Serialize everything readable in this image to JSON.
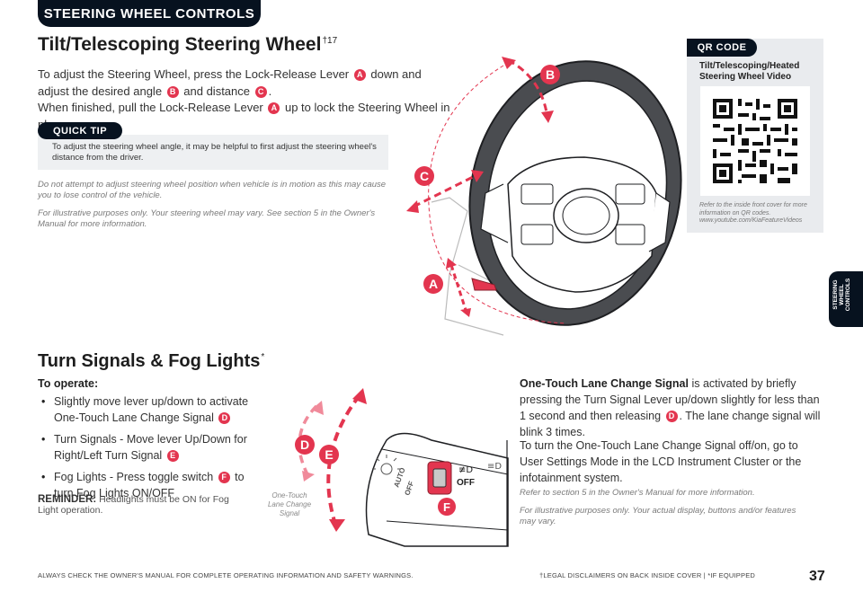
{
  "section_tab": "STEERING WHEEL CONTROLS",
  "side_tab": [
    "STEERING",
    "WHEEL",
    "CONTROLS"
  ],
  "tilt": {
    "title": "Tilt/Telescoping Steering Wheel",
    "title_sup": "†17",
    "p1": [
      "To adjust the Steering Wheel, press the Lock-Release Lever ",
      "A",
      " down and adjust the desired angle ",
      "B",
      " and distance ",
      "C",
      "."
    ],
    "p2": [
      "When finished, pull the Lock-Release Lever ",
      "A",
      " up to lock the Steering Wheel in place."
    ],
    "tip_label": "QUICK TIP",
    "tip_text": "To adjust the steering wheel angle, it may be helpful to first adjust the steering wheel's distance from the driver.",
    "warning": "Do not attempt to adjust steering wheel position when vehicle is in motion as this may cause you to lose control of the vehicle.",
    "illustrative": "For illustrative purposes only. Your steering wheel may vary. See section 5 in the Owner's Manual for more information.",
    "callouts": {
      "a": "A",
      "b": "B",
      "c": "C"
    }
  },
  "qr": {
    "label": "QR CODE",
    "title": "Tilt/Telescoping/Heated Steering Wheel Video",
    "note": "Refer to the inside front cover for more information on QR codes.",
    "url": "www.youtube.com/KiaFeatureVideos"
  },
  "turn": {
    "title": "Turn Signals & Fog Lights",
    "title_sup": "*",
    "operate": "To operate:",
    "bullets": [
      [
        "Slightly move lever up/down to activate One-Touch Lane Change Signal ",
        "D"
      ],
      [
        "Turn Signals - Move lever Up/Down for Right/Left Turn Signal ",
        "E"
      ],
      [
        "Fog Lights - Press toggle switch ",
        "F",
        " to turn Fog Lights ON/OFF"
      ]
    ],
    "reminder_label": "REMINDER:",
    "reminder_text": " Headlights must be ON for Fog Light operation.",
    "diagram_caption": "One-Touch Lane Change Signal",
    "lever_labels": {
      "auto": "AUTO",
      "off": "OFF",
      "fog_off": "OFF"
    },
    "callouts": {
      "d": "D",
      "e": "E",
      "f": "F"
    },
    "right_p1_bold": "One-Touch Lane Change Signal",
    "right_p1": [
      " is activated by briefly pressing the Turn Signal Lever up/down slightly for less than 1 second and then releasing ",
      "D",
      ". The lane change signal will blink 3 times."
    ],
    "right_p2": "To turn the One-Touch Lane Change Signal off/on, go to User Settings Mode in the LCD Instrument Cluster or the infotainment system.",
    "refer": "Refer to section 5 in the Owner's Manual for more information.",
    "illustrative": "For illustrative purposes only. Your actual display, buttons and/or features may vary."
  },
  "footer": {
    "left": "ALWAYS CHECK THE OWNER'S MANUAL FOR COMPLETE OPERATING INFORMATION AND SAFETY WARNINGS.",
    "right": "†LEGAL DISCLAIMERS ON BACK INSIDE COVER  |  *IF EQUIPPED",
    "page": "37"
  },
  "colors": {
    "accent": "#e3354f",
    "dark": "#07121f",
    "panel": "#e9ebee"
  }
}
